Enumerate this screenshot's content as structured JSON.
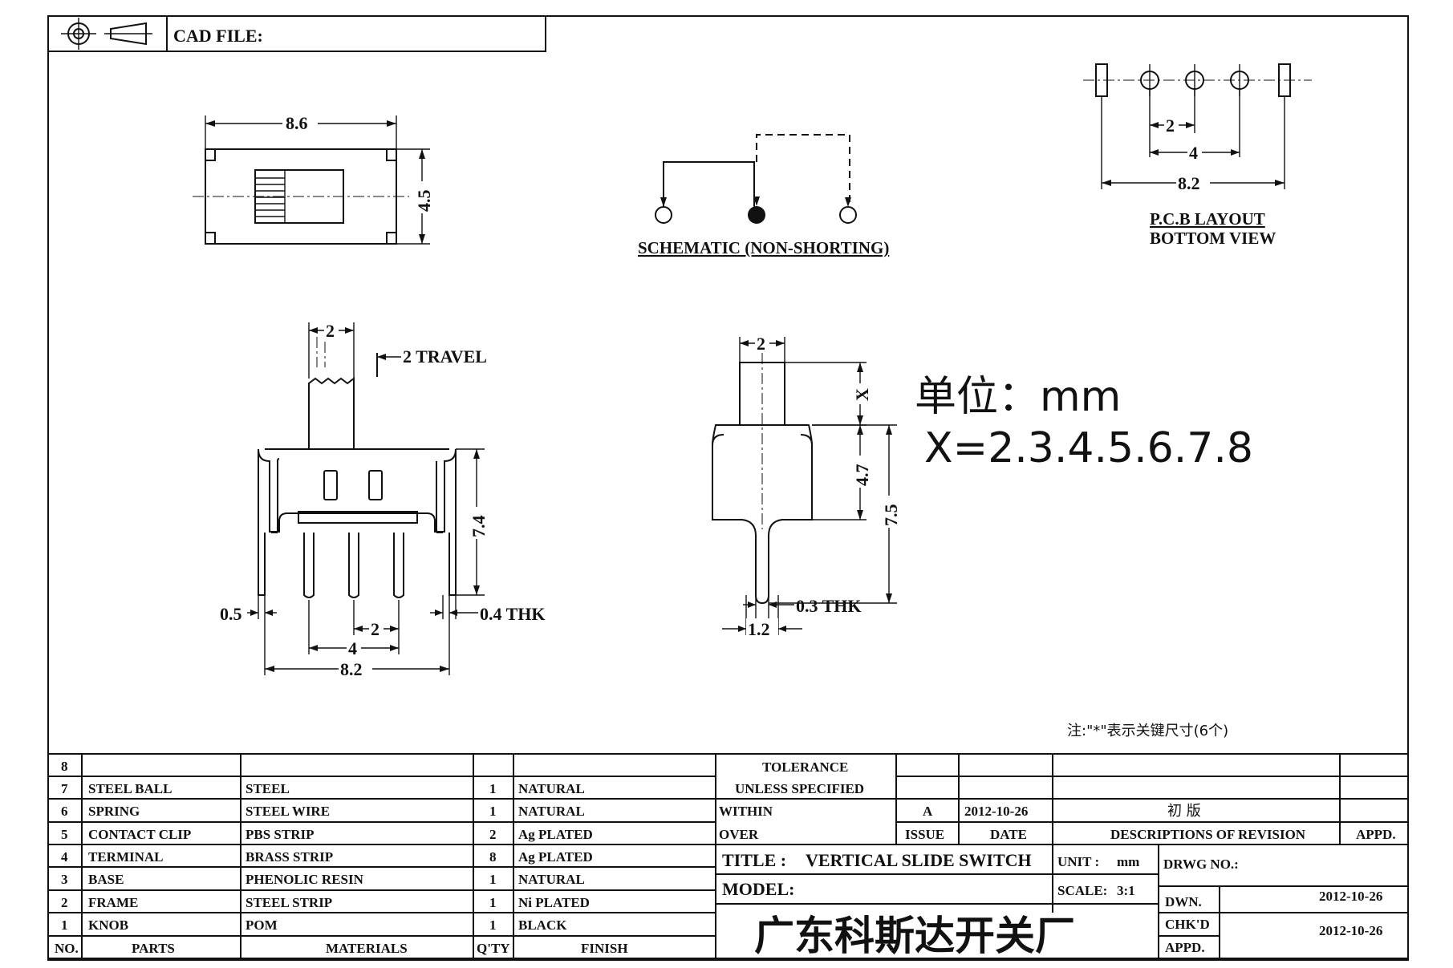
{
  "header": {
    "cad_file_label": "CAD FILE:"
  },
  "views": {
    "top": {
      "width": "8.6",
      "height": "4.5"
    },
    "schematic_label": "SCHEMATIC (NON-SHORTING)",
    "pcb": {
      "pitch1": "2",
      "pitch2": "4",
      "pitch3": "8.2",
      "label_line1": "P.C.B LAYOUT",
      "label_line2": "BOTTOM VIEW"
    },
    "front": {
      "knob": "2",
      "travel": "2 TRAVEL",
      "height": "7.4",
      "left": "0.5",
      "pitch": "2",
      "span4": "4",
      "span82": "8.2",
      "thk": "0.4 THK"
    },
    "side": {
      "knob": "2",
      "x": "X",
      "h47": "4.7",
      "h75": "7.5",
      "thk": "0.3 THK",
      "pin": "1.2"
    },
    "unit_note_line1": "单位：mm",
    "unit_note_line2": "X=2.3.4.5.6.7.8",
    "footnote": "注:\"*\"表示关键尺寸(6个)"
  },
  "bom": {
    "headers": {
      "no": "NO.",
      "parts": "PARTS",
      "materials": "MATERIALS",
      "qty": "Q'TY",
      "finish": "FINISH"
    },
    "rows": [
      {
        "no": "8",
        "part": "",
        "material": "",
        "qty": "",
        "finish": ""
      },
      {
        "no": "7",
        "part": "STEEL BALL",
        "material": "STEEL",
        "qty": "1",
        "finish": "NATURAL"
      },
      {
        "no": "6",
        "part": "SPRING",
        "material": "STEEL WIRE",
        "qty": "1",
        "finish": "NATURAL"
      },
      {
        "no": "5",
        "part": "CONTACT CLIP",
        "material": "PBS STRIP",
        "qty": "2",
        "finish": "Ag PLATED"
      },
      {
        "no": "4",
        "part": "TERMINAL",
        "material": "BRASS STRIP",
        "qty": "8",
        "finish": "Ag PLATED"
      },
      {
        "no": "3",
        "part": "BASE",
        "material": "PHENOLIC RESIN",
        "qty": "1",
        "finish": "NATURAL"
      },
      {
        "no": "2",
        "part": "FRAME",
        "material": "STEEL STRIP",
        "qty": "1",
        "finish": "Ni PLATED"
      },
      {
        "no": "1",
        "part": "KNOB",
        "material": "POM",
        "qty": "1",
        "finish": "BLACK"
      }
    ]
  },
  "title_block": {
    "tolerance": "TOLERANCE",
    "unless": "UNLESS SPECIFIED",
    "within": "WITHIN",
    "over": "OVER",
    "rev_letter": "A",
    "rev_date": "2012-10-26",
    "rev_desc": "初 版",
    "issue": "ISSUE",
    "date": "DATE",
    "descriptions": "DESCRIPTIONS OF REVISION",
    "appd": "APPD.",
    "title_label": "TITLE :",
    "title_value": "VERTICAL SLIDE SWITCH",
    "unit_label": "UNIT :",
    "unit_value": "mm",
    "drwg_no": "DRWG NO.:",
    "model": "MODEL:",
    "scale_label": "SCALE:",
    "scale_value": "3:1",
    "dwn": "DWN.",
    "dwn_date": "2012-10-26",
    "chkd": "CHK'D",
    "chkd_date": "2012-10-26",
    "appd2": "APPD.",
    "company": "广东科斯达开关厂"
  }
}
